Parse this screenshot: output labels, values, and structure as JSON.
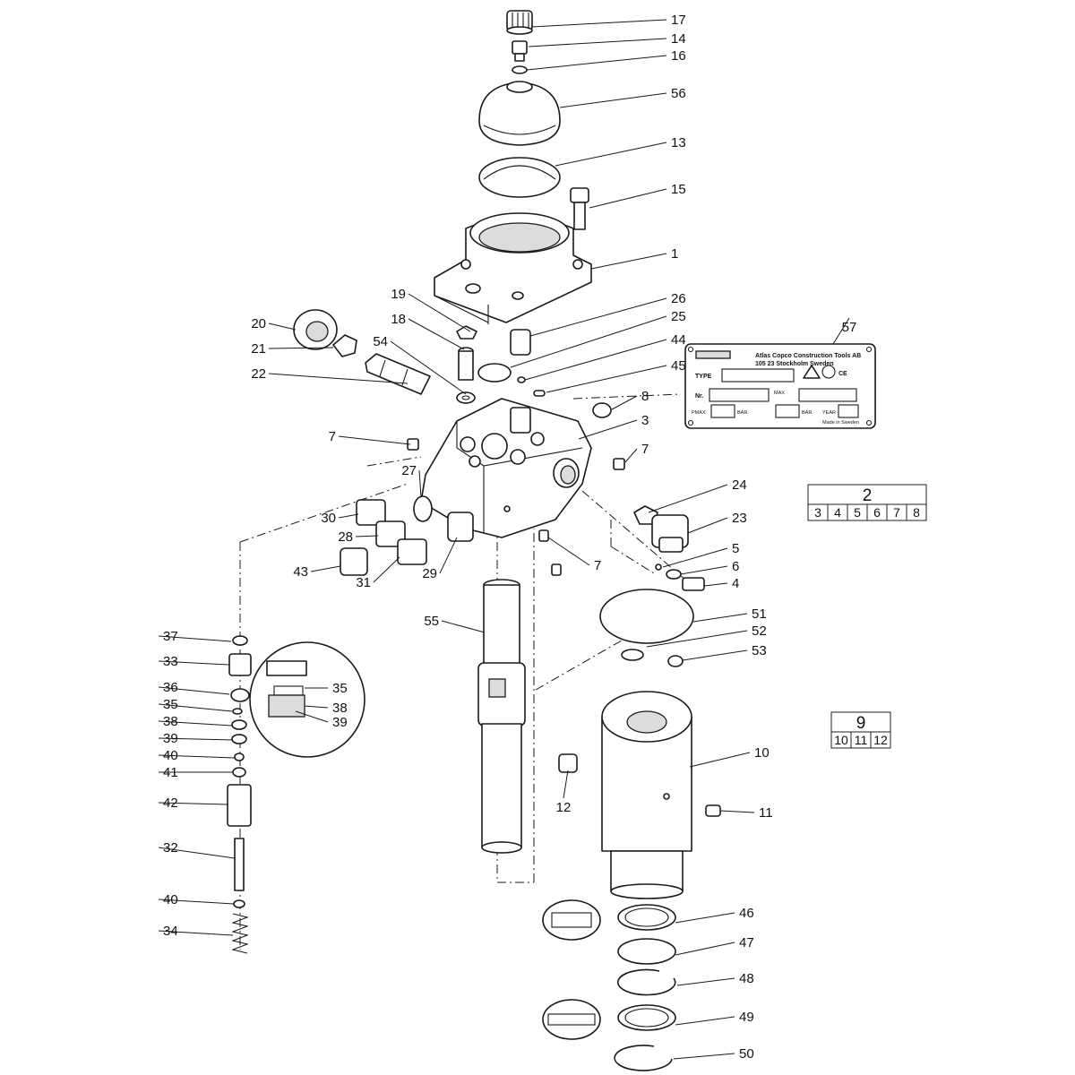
{
  "callouts": [
    "17",
    "14",
    "16",
    "56",
    "13",
    "15",
    "1",
    "19",
    "26",
    "20",
    "18",
    "25",
    "21",
    "54",
    "44",
    "22",
    "45",
    "8",
    "3",
    "7",
    "7",
    "27",
    "24",
    "30",
    "23",
    "28",
    "5",
    "6",
    "43",
    "31",
    "29",
    "7",
    "4",
    "51",
    "55",
    "52",
    "53",
    "37",
    "33",
    "36",
    "35",
    "38",
    "39",
    "35",
    "38",
    "39",
    "40",
    "41",
    "10",
    "12",
    "11",
    "42",
    "32",
    "40",
    "34",
    "46",
    "47",
    "48",
    "49",
    "50",
    "57"
  ],
  "kits": [
    {
      "main": "2",
      "parts": [
        "3",
        "4",
        "5",
        "6",
        "7",
        "8"
      ]
    },
    {
      "main": "9",
      "parts": [
        "10",
        "11",
        "12"
      ]
    }
  ],
  "plate": {
    "line1": "Atlas Copco Construction Tools AB",
    "line2": "105 23 Stockholm Sweden",
    "type_label": "TYPE",
    "no_label": "Nr.",
    "max_label": "MAX",
    "pressure_label": "PMAX",
    "bar_label": "BAR",
    "flow_label": "BAR",
    "year_label": "YEAR",
    "made_in": "Made in Sweden",
    "ce_mark": "CE"
  }
}
